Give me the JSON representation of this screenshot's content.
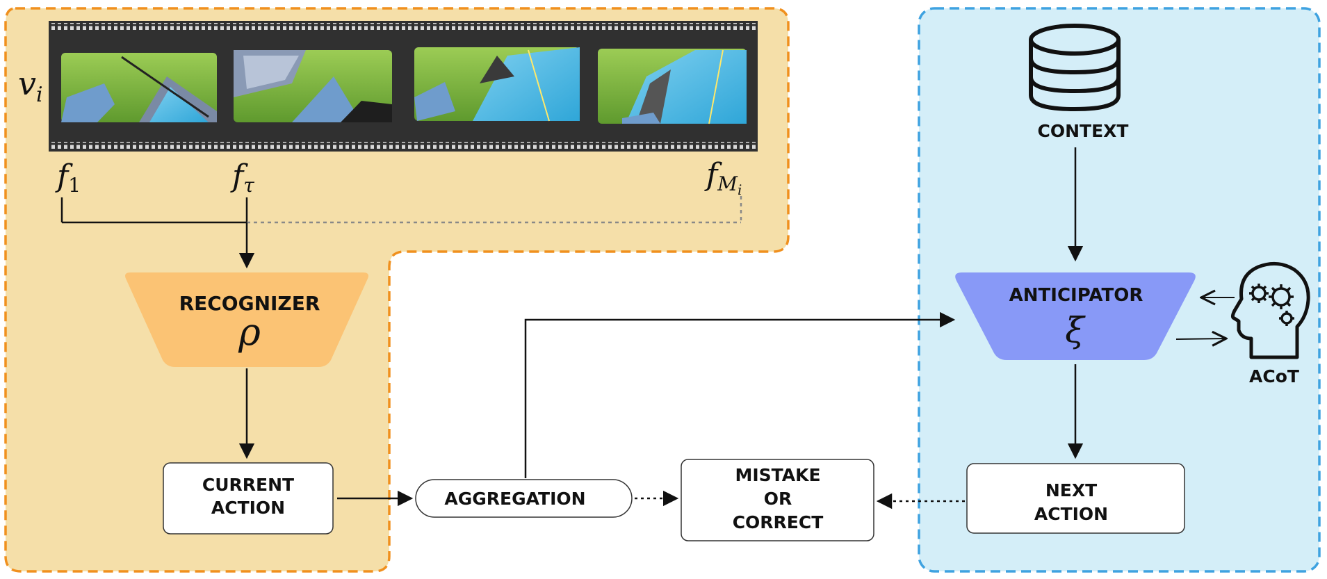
{
  "video": {
    "label_main": "v",
    "label_sub": "i",
    "frame_first_main": "f",
    "frame_first_sub": "1",
    "frame_tau_main": "f",
    "frame_tau_sub": "τ",
    "frame_last_main": "f",
    "frame_last_sub_main": "M",
    "frame_last_sub_sub": "i"
  },
  "recognizer": {
    "title": "RECOGNIZER",
    "symbol": "ρ"
  },
  "current_action": {
    "line1": "CURRENT",
    "line2": "ACTION"
  },
  "aggregation": {
    "label": "AGGREGATION"
  },
  "mistake": {
    "line1": "MISTAKE",
    "line2": "OR",
    "line3": "CORRECT"
  },
  "context": {
    "label": "CONTEXT"
  },
  "anticipator": {
    "title": "ANTICIPATOR",
    "symbol": "ξ"
  },
  "next_action": {
    "line1": "NEXT",
    "line2": "ACTION"
  },
  "acot": {
    "label": "ACoT",
    "icon": "head-gears-icon"
  },
  "colors": {
    "left_region_fill": "#f5dfa9",
    "left_region_border": "#f0901e",
    "right_region_fill": "#d4eef8",
    "right_region_border": "#3ea2e0",
    "recognizer_fill": "#fbc374",
    "anticipator_fill": "#8899f7"
  }
}
